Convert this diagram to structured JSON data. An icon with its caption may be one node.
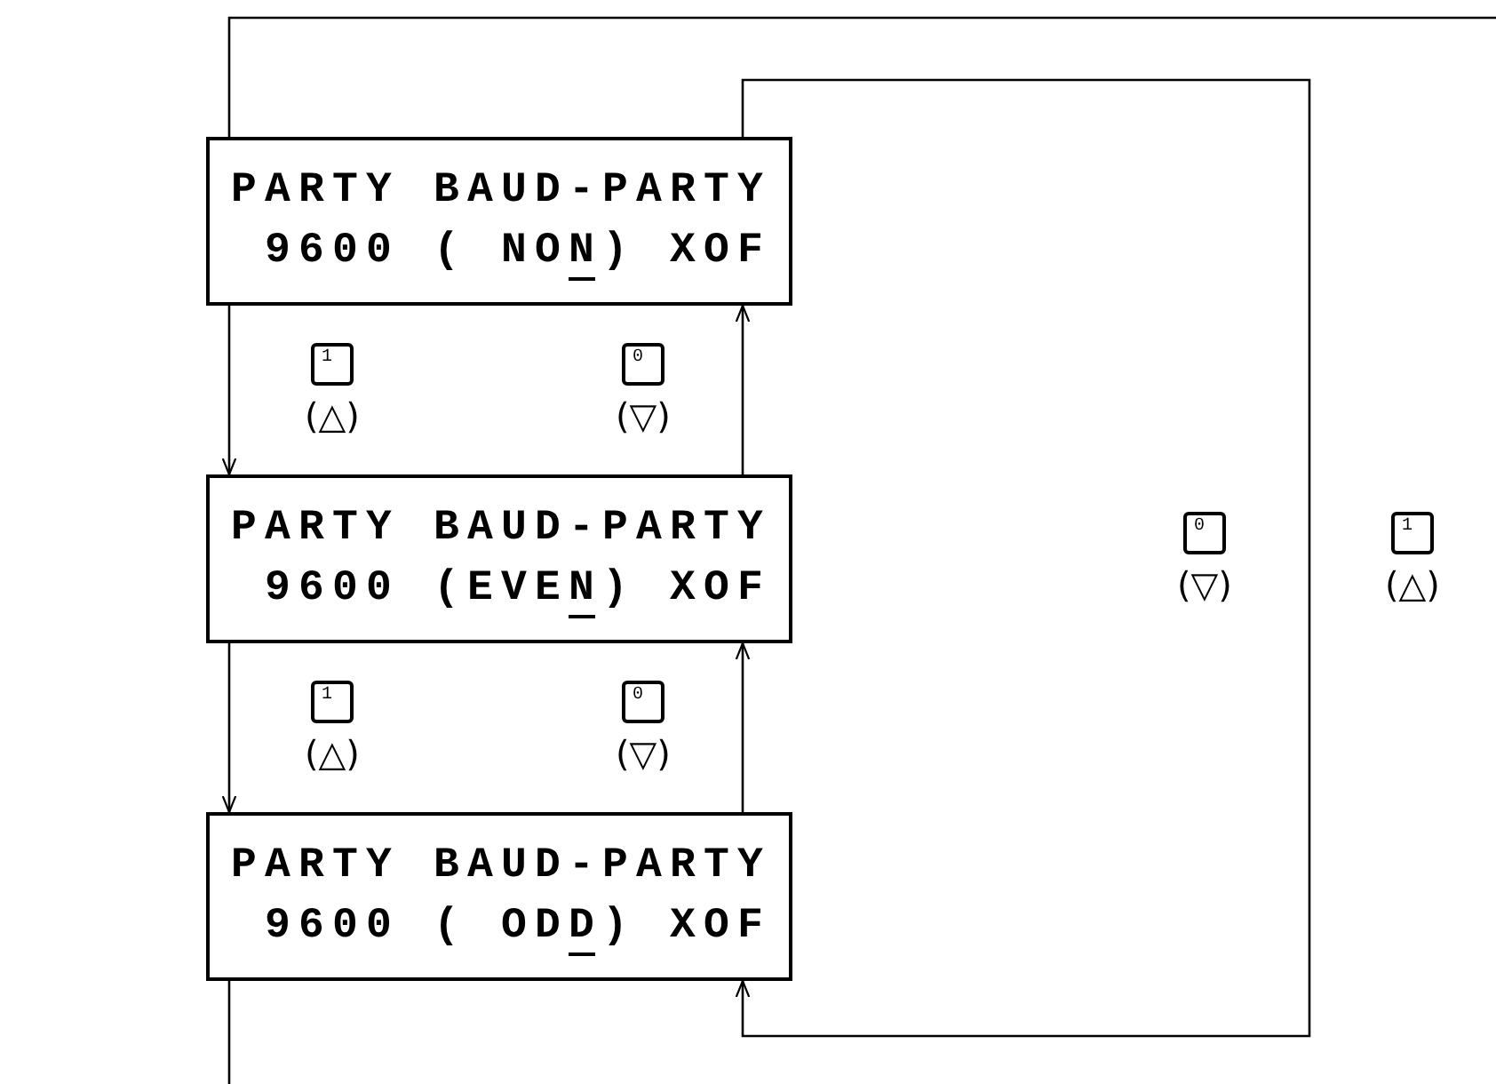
{
  "diagram": {
    "nodes": [
      {
        "text": [
          "PARTY BAUD-PARTY",
          "9600 ( NON) XOF"
        ]
      },
      {
        "text": [
          "PARTY BAUD-PARTY",
          "9600 (EVEN) XOF"
        ]
      },
      {
        "text": [
          "PARTY BAUD-PARTY",
          "9600 ( ODD) XOF"
        ]
      }
    ],
    "edges": [
      {
        "from": 0,
        "to": 1,
        "arrow": "to"
      },
      {
        "from": 1,
        "to": 0,
        "arrow": "to"
      },
      {
        "from": 1,
        "to": 2,
        "arrow": "to"
      },
      {
        "from": 2,
        "to": 1,
        "arrow": "to"
      },
      {
        "from": 0,
        "to": 2,
        "arrow": "to"
      },
      {
        "from": 2,
        "to": null,
        "arrow": "none"
      },
      {
        "from": null,
        "to": 0,
        "arrow": "none"
      }
    ],
    "labels": [
      "1",
      "0",
      "(△)",
      "(▽)",
      "0",
      "1",
      "(▽)",
      "(△)",
      "1",
      "0",
      "(△)",
      "(▽)"
    ]
  }
}
